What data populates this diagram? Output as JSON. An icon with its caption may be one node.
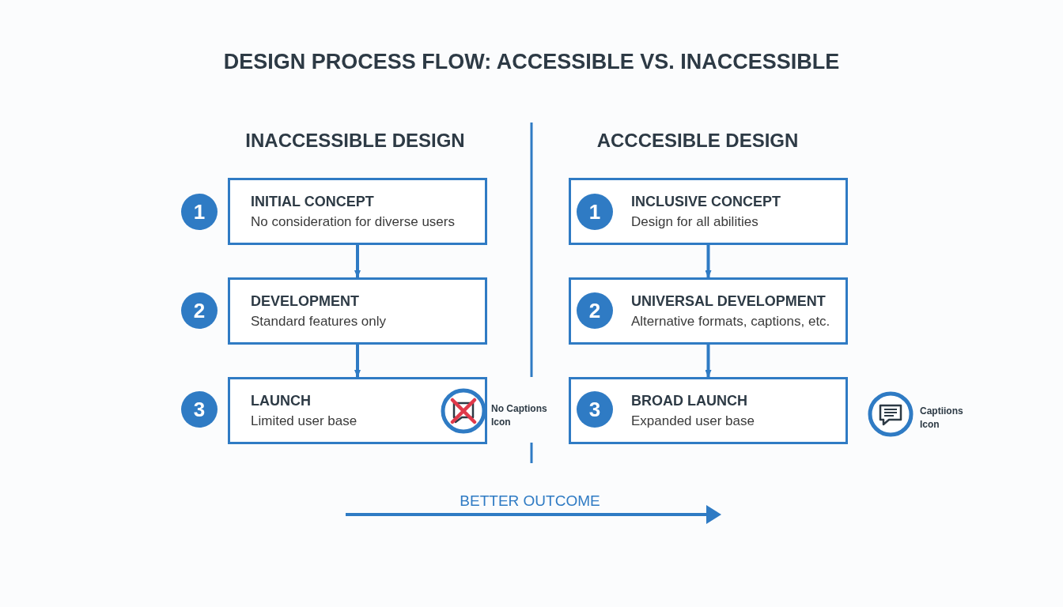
{
  "diagram": {
    "title": "DESIGN PROCESS FLOW: ACCESSIBLE VS. INACCESSIBLE",
    "nodes": [
      {
        "text": [
          "1"
        ]
      },
      {
        "text": [
          "INITIAL CONCEPT",
          "No consideration for diverse users"
        ]
      },
      {
        "text": [
          "2"
        ]
      },
      {
        "text": [
          "DEVELOPMENT",
          "Standard features only"
        ]
      },
      {
        "text": [
          "3"
        ]
      },
      {
        "text": [
          "LAUNCH",
          "Limited user base"
        ]
      },
      {
        "text": [
          "INCLUSIVE CONCEPT",
          "Design for all abilities"
        ]
      },
      {
        "text": [
          "1"
        ],
        "in": 6
      },
      {
        "text": [
          "UNIVERSAL DEVELOPMENT",
          "Alternative formats, captions, etc."
        ]
      },
      {
        "text": [
          "2"
        ],
        "in": 8
      },
      {
        "text": [
          "BROAD LAUNCH",
          "Expanded user base"
        ]
      },
      {
        "text": [
          "3"
        ],
        "in": 10
      }
    ],
    "edges": [
      {
        "from": 1,
        "to": 3,
        "arrow": "to"
      },
      {
        "from": 3,
        "to": 5,
        "arrow": "to"
      },
      {
        "from": 6,
        "to": 8,
        "arrow": "to"
      },
      {
        "from": 8,
        "to": 10,
        "arrow": "to"
      }
    ],
    "labels": [
      "INACCESSIBLE DESIGN",
      "ACCCESIBLE DESIGN",
      "No Captions Icon",
      "Captiions Icon",
      "BETTER OUTCOME"
    ]
  }
}
